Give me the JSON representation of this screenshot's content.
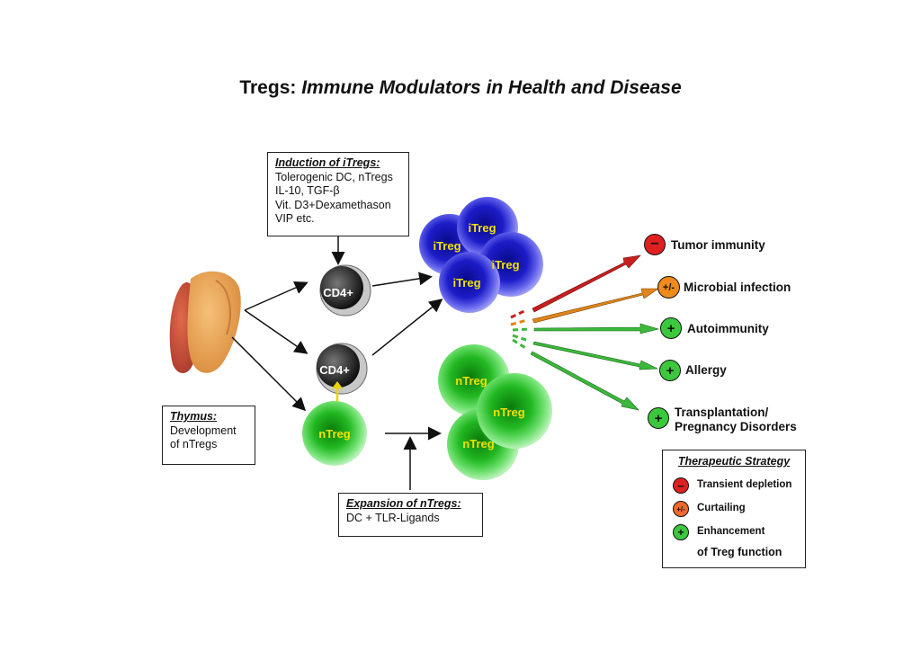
{
  "title": {
    "main": "Tregs:",
    "italic": "Immune Modulators in Health and Disease"
  },
  "induction_box": {
    "heading": "Induction of iTregs:",
    "lines": [
      "Tolerogenic DC, nTregs",
      "IL-10, TGF-β",
      "Vit. D3+Dexamethason",
      "VIP  etc."
    ]
  },
  "thymus_box": {
    "heading": "Thymus:",
    "lines": [
      "Development",
      "of nTregs"
    ]
  },
  "expansion_box": {
    "heading": "Expansion of nTregs:",
    "lines": [
      "DC + TLR-Ligands"
    ]
  },
  "cells": {
    "cd4_top": "CD4+",
    "cd4_bottom": "CD4+",
    "ntreg_single": "nTreg",
    "itreg_cluster": [
      "iTreg",
      "iTreg",
      "iTreg",
      "iTreg"
    ],
    "ntreg_cluster": [
      "nTreg",
      "nTreg",
      "nTreg"
    ]
  },
  "outcomes": [
    {
      "symbol": "−",
      "label": "Tumor immunity",
      "color": "#e02020"
    },
    {
      "symbol": "+/-",
      "label": "Microbial infection",
      "color": "#f08a1c"
    },
    {
      "symbol": "+",
      "label": "Autoimmunity",
      "color": "#3cc83c"
    },
    {
      "symbol": "+",
      "label": "Allergy",
      "color": "#3cc83c"
    },
    {
      "symbol": "+",
      "label": "Transplantation/",
      "label2": "Pregnancy Disorders",
      "color": "#3cc83c"
    }
  ],
  "legend": {
    "title": "Therapeutic Strategy",
    "items": [
      {
        "symbol": "−",
        "label": "Transient depletion",
        "color": "#e02020"
      },
      {
        "symbol": "+/-",
        "label": "Curtailing",
        "color": "#f06a2c"
      },
      {
        "symbol": "+",
        "label": "Enhancement",
        "color": "#3cc83c"
      }
    ],
    "footer": "of Treg function"
  },
  "colors": {
    "itreg": "#2a2ad0",
    "ntreg": "#2fc02f",
    "cd4": "#333333",
    "arrow_red": "#c81e1e",
    "arrow_orange": "#e0841c",
    "arrow_green": "#3cb83c"
  }
}
